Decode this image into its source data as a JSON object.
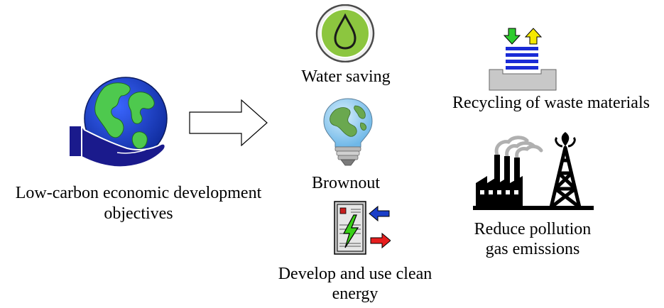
{
  "main": {
    "label_line1": "Low-carbon economic development",
    "label_line2": "objectives"
  },
  "items": {
    "water": "Water saving",
    "brownout": "Brownout",
    "clean_line1": "Develop and use clean",
    "clean_line2": "energy",
    "recycling": "Recycling of waste materials",
    "pollution_line1": "Reduce pollution",
    "pollution_line2": "gas emissions"
  },
  "icons": {
    "globe": "globe-in-hand-icon",
    "arrow": "right-arrow-icon",
    "water": "water-drop-icon",
    "bulb": "earth-light-bulb-icon",
    "energy": "clean-energy-cabinet-icon",
    "recycle": "recycling-stack-icon",
    "factory": "factory-oil-rig-icon"
  },
  "colors": {
    "ocean": "#1a3ec8",
    "land": "#4ec94e",
    "hand": "#1a1a8c",
    "drop_bg": "#8cc63f",
    "arrow_green": "#2ecc2e",
    "arrow_yellow": "#f5e800",
    "stack_blue": "#1a2bd6",
    "lightning": "#39d017",
    "energy_blue": "#1a3ec8",
    "energy_red": "#e61e1e"
  }
}
